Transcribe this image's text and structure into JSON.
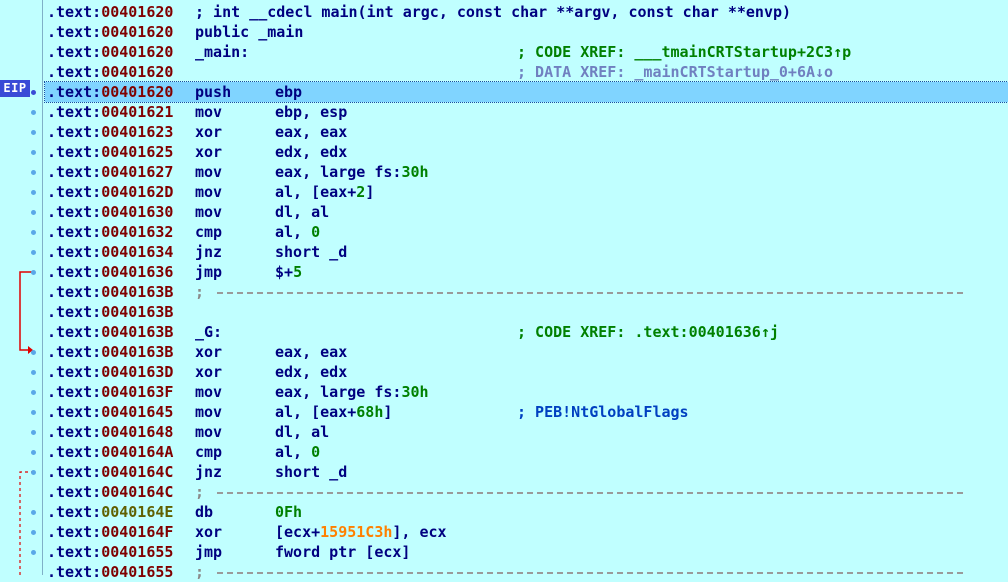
{
  "window": {
    "eip_label": "EIP"
  },
  "rows": [
    {
      "seg": ".text",
      "off": "00401620",
      "kind": "header",
      "text": "; int __cdecl main(int argc, const char **argv, const char **envp)"
    },
    {
      "seg": ".text",
      "off": "00401620",
      "kind": "header",
      "text": "public _main"
    },
    {
      "seg": ".text",
      "off": "00401620",
      "kind": "label",
      "label": "_main:",
      "comment": "; CODE XREF: ___tmainCRTStartup+2C3↑p",
      "comment_style": "green"
    },
    {
      "seg": ".text",
      "off": "00401620",
      "kind": "label",
      "label": "",
      "comment": "; DATA XREF: _mainCRTStartup_0+6A↓o",
      "comment_style": "gray"
    },
    {
      "seg": ".text",
      "off": "00401620",
      "kind": "ins",
      "mn": "push",
      "ops": "ebp",
      "current": true
    },
    {
      "seg": ".text",
      "off": "00401621",
      "kind": "ins",
      "mn": "mov",
      "ops": "ebp, esp"
    },
    {
      "seg": ".text",
      "off": "00401623",
      "kind": "ins",
      "mn": "xor",
      "ops": "eax, eax"
    },
    {
      "seg": ".text",
      "off": "00401625",
      "kind": "ins",
      "mn": "xor",
      "ops": "edx, edx"
    },
    {
      "seg": ".text",
      "off": "00401627",
      "kind": "ins",
      "mn": "mov",
      "ops": "eax, large fs:",
      "ops_num": "30h"
    },
    {
      "seg": ".text",
      "off": "0040162D",
      "kind": "ins",
      "mn": "mov",
      "ops": "al, [eax+",
      "ops_num": "2",
      "ops_tail": "]"
    },
    {
      "seg": ".text",
      "off": "00401630",
      "kind": "ins",
      "mn": "mov",
      "ops": "dl, al"
    },
    {
      "seg": ".text",
      "off": "00401632",
      "kind": "ins",
      "mn": "cmp",
      "ops": "al, ",
      "ops_num": "0"
    },
    {
      "seg": ".text",
      "off": "00401634",
      "kind": "ins",
      "mn": "jnz",
      "ops": "short _d"
    },
    {
      "seg": ".text",
      "off": "00401636",
      "kind": "ins",
      "mn": "jmp",
      "ops": "$+",
      "ops_num": "5"
    },
    {
      "seg": ".text",
      "off": "0040163B",
      "kind": "sep",
      "text": ";"
    },
    {
      "seg": ".text",
      "off": "0040163B",
      "kind": "blank"
    },
    {
      "seg": ".text",
      "off": "0040163B",
      "kind": "label",
      "label": "_G:",
      "comment": "; CODE XREF: .text:00401636↑j",
      "comment_style": "green"
    },
    {
      "seg": ".text",
      "off": "0040163B",
      "kind": "ins",
      "mn": "xor",
      "ops": "eax, eax"
    },
    {
      "seg": ".text",
      "off": "0040163D",
      "kind": "ins",
      "mn": "xor",
      "ops": "edx, edx"
    },
    {
      "seg": ".text",
      "off": "0040163F",
      "kind": "ins",
      "mn": "mov",
      "ops": "eax, large fs:",
      "ops_num": "30h"
    },
    {
      "seg": ".text",
      "off": "00401645",
      "kind": "ins",
      "mn": "mov",
      "ops": "al, [eax+",
      "ops_num": "68h",
      "ops_tail": "]",
      "comment": "; PEB!NtGlobalFlags",
      "comment_style": "blue"
    },
    {
      "seg": ".text",
      "off": "00401648",
      "kind": "ins",
      "mn": "mov",
      "ops": "dl, al"
    },
    {
      "seg": ".text",
      "off": "0040164A",
      "kind": "ins",
      "mn": "cmp",
      "ops": "al, ",
      "ops_num": "0"
    },
    {
      "seg": ".text",
      "off": "0040164C",
      "kind": "ins",
      "mn": "jnz",
      "ops": "short _d"
    },
    {
      "seg": ".text",
      "off": "0040164C",
      "kind": "sep",
      "text": ";"
    },
    {
      "seg": ".text",
      "off": "0040164E",
      "kind": "ins",
      "mn": "db",
      "ops": "",
      "ops_num": "0Fh",
      "data": true
    },
    {
      "seg": ".text",
      "off": "0040164F",
      "kind": "ins",
      "mn": "xor",
      "ops": "[ecx+",
      "ops_hex": "15951C3h",
      "ops_tail": "], ecx"
    },
    {
      "seg": ".text",
      "off": "00401655",
      "kind": "ins",
      "mn": "jmp",
      "ops": "fword ptr [ecx]"
    },
    {
      "seg": ".text",
      "off": "00401655",
      "kind": "sep",
      "text": ";"
    }
  ]
}
